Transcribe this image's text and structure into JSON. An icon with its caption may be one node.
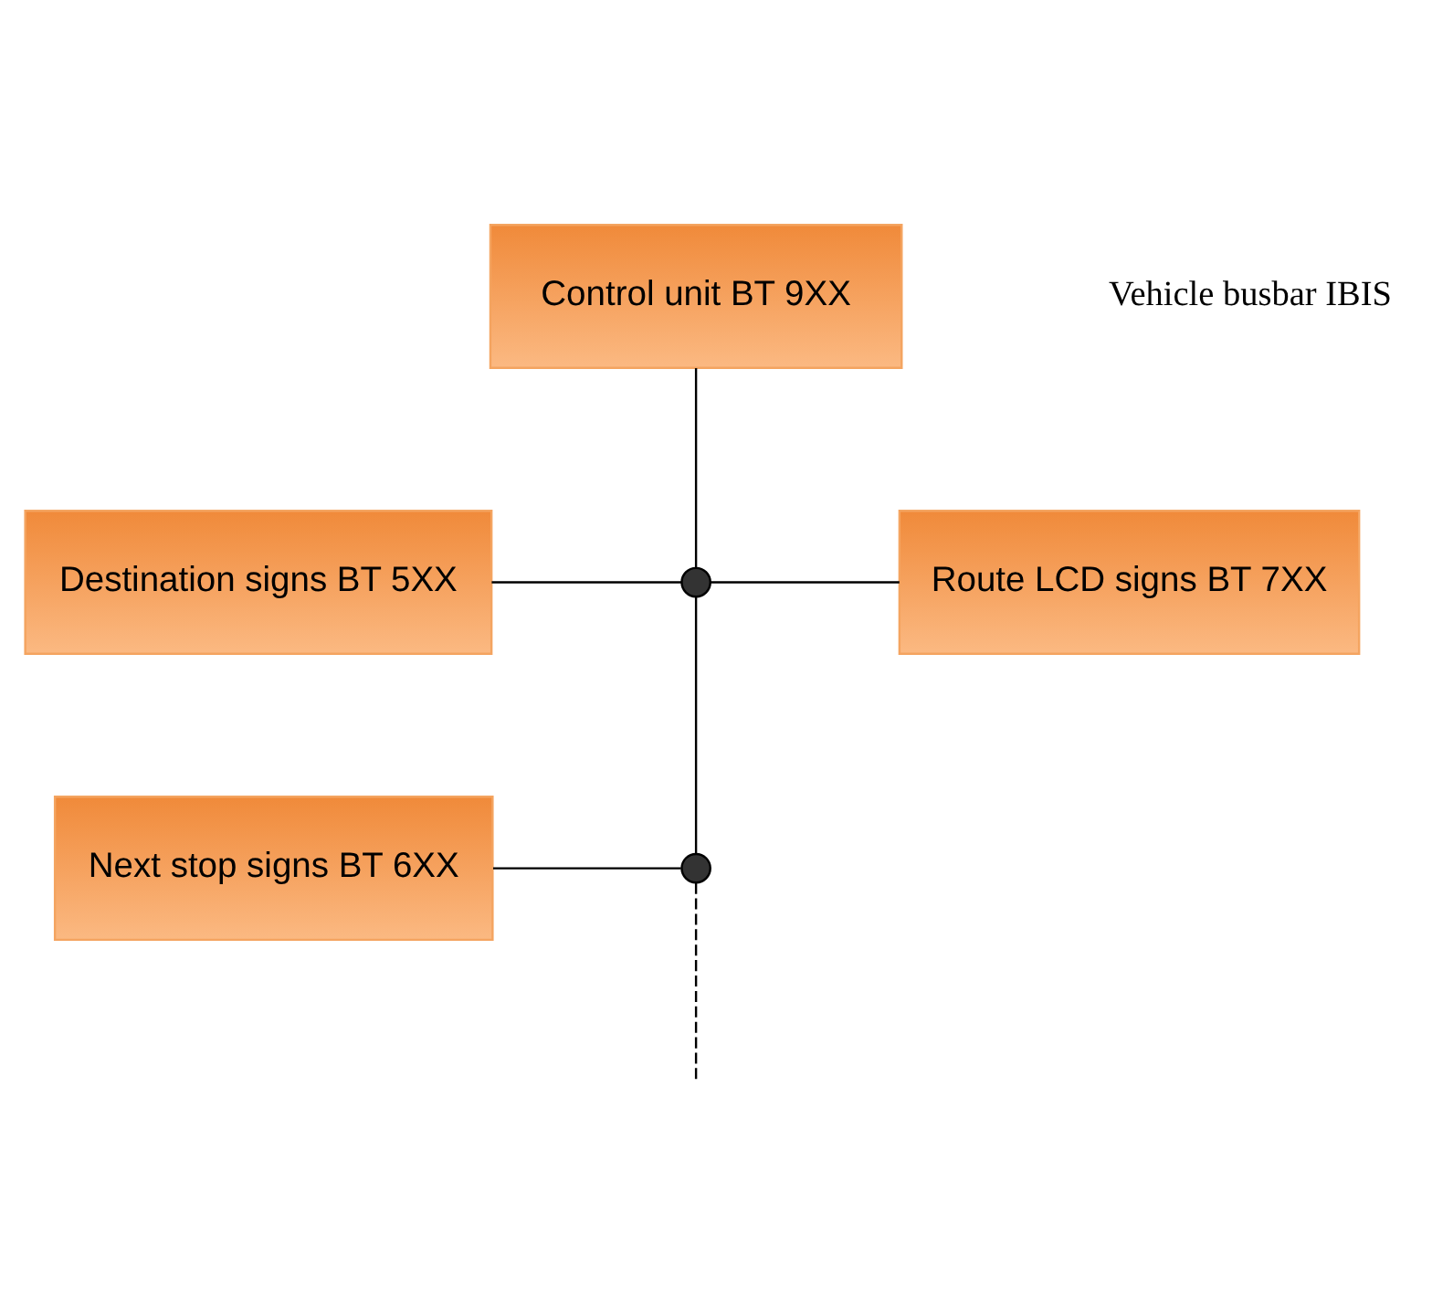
{
  "diagram": {
    "nodes": [
      {
        "text": [
          "Control unit BT 9XX"
        ]
      },
      {
        "text": [
          "Destination signs BT 5XX"
        ]
      },
      {
        "text": [
          "Route LCD signs BT 7XX"
        ]
      },
      {
        "text": [
          "Next stop signs BT 6XX"
        ]
      },
      {
        "text": [],
        "shape": "circle"
      },
      {
        "text": [],
        "shape": "circle"
      }
    ],
    "edges": [
      {
        "from": 0,
        "to": 4,
        "arrow": "none"
      },
      {
        "from": 1,
        "to": 4,
        "arrow": "none"
      },
      {
        "from": 4,
        "to": 2,
        "arrow": "none"
      },
      {
        "from": 4,
        "to": 5,
        "arrow": "none"
      },
      {
        "from": 3,
        "to": 5,
        "arrow": "none"
      },
      {
        "from": 5,
        "to": null,
        "arrow": "none",
        "style": "dashed"
      }
    ],
    "labels": [
      "Vehicle busbar IBIS"
    ]
  }
}
